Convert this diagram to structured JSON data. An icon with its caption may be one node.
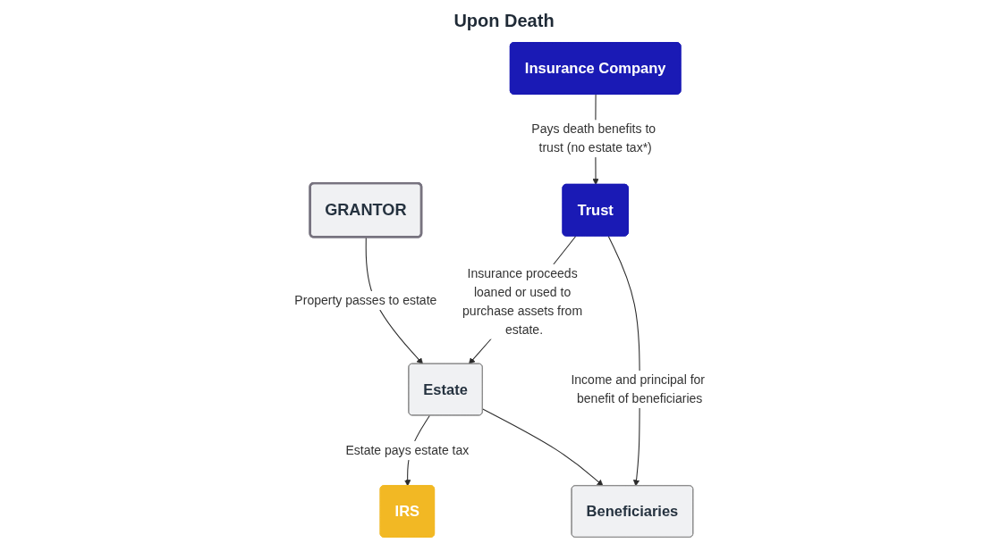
{
  "diagram": {
    "title": "Upon Death",
    "nodes": [
      {
        "text": [
          "GRANTOR"
        ]
      },
      {
        "text": [
          "Insurance Company"
        ]
      },
      {
        "text": [
          "Trust"
        ]
      },
      {
        "text": [
          "IRS"
        ]
      },
      {
        "text": [
          "Estate"
        ]
      },
      {
        "text": [
          "Beneficiaries"
        ]
      }
    ],
    "edges": [
      {
        "from": 0,
        "to": 4,
        "arrow": "to",
        "label": "Property passes to estate"
      },
      {
        "from": 1,
        "to": 2,
        "arrow": "to",
        "label": "Pays death benefits to trust (no estate tax*)"
      },
      {
        "from": 2,
        "to": 4,
        "arrow": "to",
        "label": "Insurance proceeds loaned or used to purchase assets from estate."
      },
      {
        "from": 2,
        "to": 5,
        "arrow": "to",
        "label": "Income and principal for benefit of beneficiaries"
      },
      {
        "from": 4,
        "to": 3,
        "arrow": "to",
        "label": "Estate pays estate tax"
      },
      {
        "from": 4,
        "to": 5,
        "arrow": "to"
      }
    ]
  }
}
